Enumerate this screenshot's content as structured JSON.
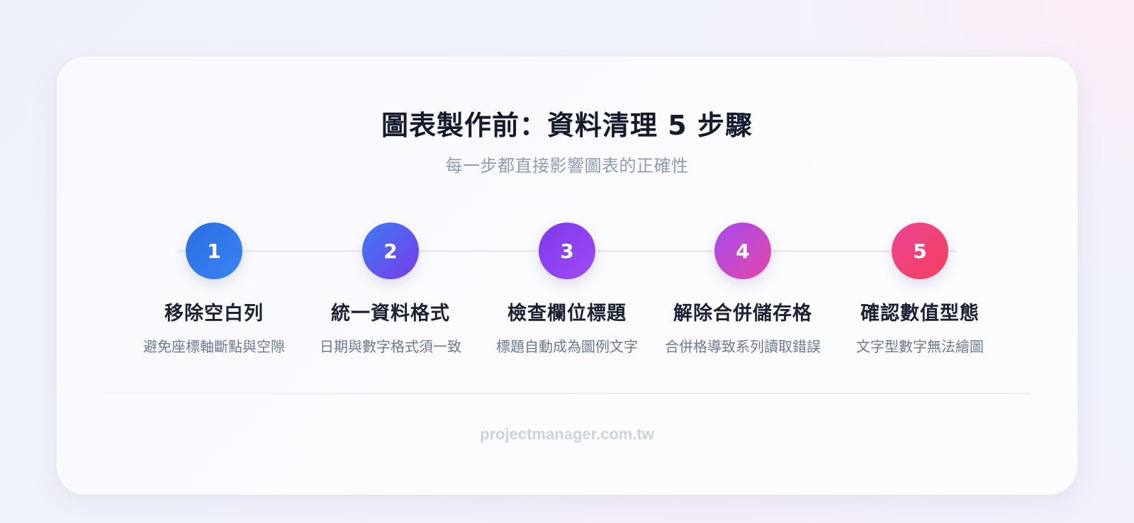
{
  "header": {
    "title": "圖表製作前：資料清理 5 步驟",
    "subtitle": "每一步都直接影響圖表的正確性"
  },
  "steps": [
    {
      "number": "1",
      "title": "移除空白列",
      "description": "避免座標軸斷點與空隙",
      "color_from": "#2a6fe0",
      "color_to": "#3b82f6"
    },
    {
      "number": "2",
      "title": "統一資料格式",
      "description": "日期與數字格式須一致",
      "color_from": "#3b7cf3",
      "color_to": "#7a3bea"
    },
    {
      "number": "3",
      "title": "檢查欄位標題",
      "description": "標題自動成為圖例文字",
      "color_from": "#7c3aed",
      "color_to": "#a14af4"
    },
    {
      "number": "4",
      "title": "解除合併儲存格",
      "description": "合併格導致系列讀取錯誤",
      "color_from": "#a64bee",
      "color_to": "#e346a7"
    },
    {
      "number": "5",
      "title": "確認數值型態",
      "description": "文字型數字無法繪圖",
      "color_from": "#ea4694",
      "color_to": "#f43f5e"
    }
  ],
  "footer": {
    "site": "projectmanager.com.tw"
  }
}
